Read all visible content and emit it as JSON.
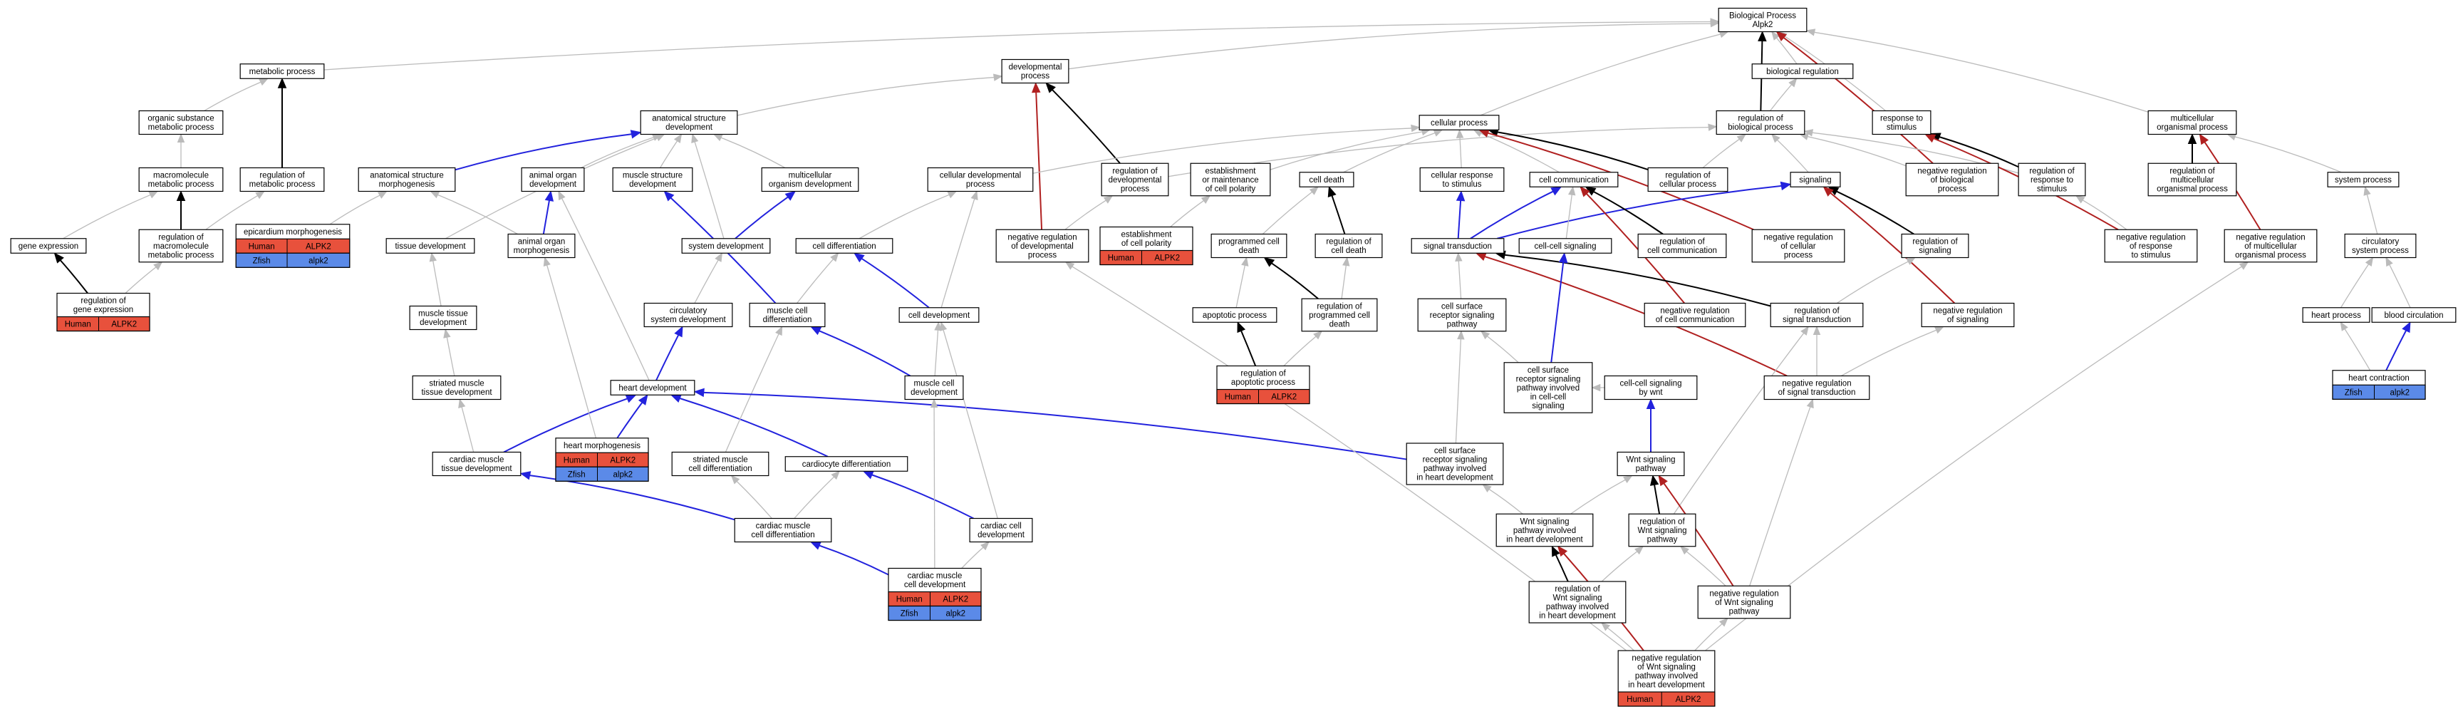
{
  "colors": {
    "positive": "#000000",
    "negative": "#b02020",
    "part_of": "#2222dd",
    "is_a": "#bbbbbb",
    "human": "#e8513c",
    "zfish": "#5b8ae8"
  },
  "nodes": [
    {
      "id": "bp",
      "lines": [
        "Biological Process",
        "Alpk2"
      ]
    },
    {
      "id": "metabolic",
      "lines": [
        "metabolic process"
      ]
    },
    {
      "id": "dev_process",
      "lines": [
        "developmental",
        "process"
      ]
    },
    {
      "id": "bio_reg",
      "lines": [
        "biological regulation"
      ]
    },
    {
      "id": "org_sub_met",
      "lines": [
        "organic substance",
        "metabolic process"
      ]
    },
    {
      "id": "anat_struct_dev",
      "lines": [
        "anatomical structure",
        "development"
      ]
    },
    {
      "id": "cell_process",
      "lines": [
        "cellular process"
      ]
    },
    {
      "id": "reg_bio_proc",
      "lines": [
        "regulation of",
        "biological process"
      ]
    },
    {
      "id": "resp_stim",
      "lines": [
        "response to",
        "stimulus"
      ]
    },
    {
      "id": "multicell_org",
      "lines": [
        "multicellular",
        "organismal process"
      ]
    },
    {
      "id": "macro_met",
      "lines": [
        "macromolecule",
        "metabolic process"
      ]
    },
    {
      "id": "reg_met",
      "lines": [
        "regulation of",
        "metabolic process"
      ]
    },
    {
      "id": "anat_morph",
      "lines": [
        "anatomical structure",
        "morphogenesis"
      ]
    },
    {
      "id": "animal_organ_dev",
      "lines": [
        "animal organ",
        "development"
      ]
    },
    {
      "id": "muscle_struct_dev",
      "lines": [
        "muscle structure",
        "development"
      ]
    },
    {
      "id": "multicell_org_dev",
      "lines": [
        "multicellular",
        "organism development"
      ]
    },
    {
      "id": "cell_dev_proc",
      "lines": [
        "cellular developmental",
        "process"
      ]
    },
    {
      "id": "reg_dev_proc",
      "lines": [
        "regulation of",
        "developmental",
        "process"
      ]
    },
    {
      "id": "est_polarity",
      "lines": [
        "establishment",
        "or maintenance",
        "of cell polarity"
      ]
    },
    {
      "id": "cell_death",
      "lines": [
        "cell death"
      ]
    },
    {
      "id": "cell_resp_stim",
      "lines": [
        "cellular response",
        "to stimulus"
      ]
    },
    {
      "id": "cell_comm",
      "lines": [
        "cell communication"
      ]
    },
    {
      "id": "reg_cell_proc",
      "lines": [
        "regulation of",
        "cellular process"
      ]
    },
    {
      "id": "signaling",
      "lines": [
        "signaling"
      ]
    },
    {
      "id": "neg_reg_bio",
      "lines": [
        "negative regulation",
        "of biological",
        "process"
      ]
    },
    {
      "id": "reg_resp_stim",
      "lines": [
        "regulation of",
        "response to",
        "stimulus"
      ]
    },
    {
      "id": "reg_multicell",
      "lines": [
        "regulation of",
        "multicellular",
        "organismal process"
      ]
    },
    {
      "id": "system_process",
      "lines": [
        "system process"
      ]
    },
    {
      "id": "gene_expr",
      "lines": [
        "gene expression"
      ]
    },
    {
      "id": "reg_macro_met",
      "lines": [
        "regulation of",
        "macromolecule",
        "metabolic process"
      ]
    },
    {
      "id": "epicardium_morph",
      "lines": [
        "epicardium morphogenesis"
      ],
      "genes": [
        [
          "Human",
          "ALPK2"
        ],
        [
          "Zfish",
          "alpk2"
        ]
      ]
    },
    {
      "id": "animal_organ_morph",
      "lines": [
        "animal organ",
        "morphogenesis"
      ]
    },
    {
      "id": "tissue_dev",
      "lines": [
        "tissue development"
      ]
    },
    {
      "id": "system_dev",
      "lines": [
        "system development"
      ]
    },
    {
      "id": "cell_diff",
      "lines": [
        "cell differentiation"
      ]
    },
    {
      "id": "neg_reg_dev",
      "lines": [
        "negative regulation",
        "of developmental",
        "process"
      ]
    },
    {
      "id": "est_cell_pol",
      "lines": [
        "establishment",
        "of cell polarity"
      ],
      "genes": [
        [
          "Human",
          "ALPK2"
        ]
      ]
    },
    {
      "id": "prog_cell_death",
      "lines": [
        "programmed cell",
        "death"
      ]
    },
    {
      "id": "reg_cell_death",
      "lines": [
        "regulation of",
        "cell death"
      ]
    },
    {
      "id": "signal_trans",
      "lines": [
        "signal transduction"
      ]
    },
    {
      "id": "cell_cell_sig",
      "lines": [
        "cell-cell signaling"
      ]
    },
    {
      "id": "reg_cell_comm",
      "lines": [
        "regulation of",
        "cell communication"
      ]
    },
    {
      "id": "neg_reg_cell_proc",
      "lines": [
        "negative regulation",
        "of cellular",
        "process"
      ]
    },
    {
      "id": "reg_signaling",
      "lines": [
        "regulation of",
        "signaling"
      ]
    },
    {
      "id": "neg_reg_resp",
      "lines": [
        "negative regulation",
        "of response",
        "to stimulus"
      ]
    },
    {
      "id": "neg_reg_multicell",
      "lines": [
        "negative regulation",
        "of multicellular",
        "organismal process"
      ]
    },
    {
      "id": "circ_sys_proc",
      "lines": [
        "circulatory",
        "system process"
      ]
    },
    {
      "id": "reg_gene_expr",
      "lines": [
        "regulation of",
        "gene expression"
      ],
      "genes": [
        [
          "Human",
          "ALPK2"
        ]
      ]
    },
    {
      "id": "muscle_tissue_dev",
      "lines": [
        "muscle tissue",
        "development"
      ]
    },
    {
      "id": "circ_sys_dev",
      "lines": [
        "circulatory",
        "system development"
      ]
    },
    {
      "id": "muscle_cell_diff",
      "lines": [
        "muscle cell",
        "differentiation"
      ]
    },
    {
      "id": "cell_dev",
      "lines": [
        "cell development"
      ]
    },
    {
      "id": "apop",
      "lines": [
        "apoptotic process"
      ]
    },
    {
      "id": "reg_prog_death",
      "lines": [
        "regulation of",
        "programmed cell",
        "death"
      ]
    },
    {
      "id": "csr_sig",
      "lines": [
        "cell surface",
        "receptor signaling",
        "pathway"
      ]
    },
    {
      "id": "neg_reg_cell_comm",
      "lines": [
        "negative regulation",
        "of cell communication"
      ]
    },
    {
      "id": "reg_sig_trans",
      "lines": [
        "regulation of",
        "signal transduction"
      ]
    },
    {
      "id": "neg_reg_sig",
      "lines": [
        "negative regulation",
        "of signaling"
      ]
    },
    {
      "id": "heart_process",
      "lines": [
        "heart process"
      ]
    },
    {
      "id": "blood_circ",
      "lines": [
        "blood circulation"
      ]
    },
    {
      "id": "striated_muscle_tissue",
      "lines": [
        "striated muscle",
        "tissue development"
      ]
    },
    {
      "id": "heart_dev",
      "lines": [
        "heart development"
      ]
    },
    {
      "id": "muscle_cell_dev",
      "lines": [
        "muscle cell",
        "development"
      ]
    },
    {
      "id": "reg_apop",
      "lines": [
        "regulation of",
        "apoptotic process"
      ],
      "genes": [
        [
          "Human",
          "ALPK2"
        ]
      ]
    },
    {
      "id": "csr_cc",
      "lines": [
        "cell surface",
        "receptor signaling",
        "pathway involved",
        "in cell-cell",
        "signaling"
      ]
    },
    {
      "id": "wnt_ccs",
      "lines": [
        "cell-cell signaling",
        "by wnt"
      ]
    },
    {
      "id": "neg_reg_sig_trans",
      "lines": [
        "negative regulation",
        "of signal transduction"
      ]
    },
    {
      "id": "heart_contraction",
      "lines": [
        "heart contraction"
      ],
      "genes": [
        [
          "Zfish",
          "alpk2"
        ]
      ]
    },
    {
      "id": "cardiac_muscle_tissue",
      "lines": [
        "cardiac muscle",
        "tissue development"
      ]
    },
    {
      "id": "heart_morph",
      "lines": [
        "heart morphogenesis"
      ],
      "genes": [
        [
          "Human",
          "ALPK2"
        ],
        [
          "Zfish",
          "alpk2"
        ]
      ]
    },
    {
      "id": "striated_cell_diff",
      "lines": [
        "striated muscle",
        "cell differentiation"
      ]
    },
    {
      "id": "cardiocyte_diff",
      "lines": [
        "cardiocyte differentiation"
      ]
    },
    {
      "id": "csr_heart",
      "lines": [
        "cell surface",
        "receptor signaling",
        "pathway involved",
        "in heart development"
      ]
    },
    {
      "id": "wnt_path",
      "lines": [
        "Wnt signaling",
        "pathway"
      ]
    },
    {
      "id": "cardiac_muscle_cell_diff",
      "lines": [
        "cardiac muscle",
        "cell differentiation"
      ]
    },
    {
      "id": "cardiac_cell_dev",
      "lines": [
        "cardiac cell",
        "development"
      ]
    },
    {
      "id": "wnt_heart",
      "lines": [
        "Wnt signaling",
        "pathway involved",
        "in heart development"
      ]
    },
    {
      "id": "reg_wnt",
      "lines": [
        "regulation of",
        "Wnt signaling",
        "pathway"
      ]
    },
    {
      "id": "cardiac_muscle_cell_dev",
      "lines": [
        "cardiac muscle",
        "cell development"
      ],
      "genes": [
        [
          "Human",
          "ALPK2"
        ],
        [
          "Zfish",
          "alpk2"
        ]
      ]
    },
    {
      "id": "reg_wnt_heart",
      "lines": [
        "regulation of",
        "Wnt signaling",
        "pathway involved",
        "in heart development"
      ]
    },
    {
      "id": "neg_reg_wnt",
      "lines": [
        "negative regulation",
        "of Wnt signaling",
        "pathway"
      ]
    },
    {
      "id": "neg_reg_wnt_heart",
      "lines": [
        "negative regulation",
        "of Wnt signaling",
        "pathway involved",
        "in heart development"
      ],
      "genes": [
        [
          "Human",
          "ALPK2"
        ]
      ]
    }
  ],
  "edges": [
    [
      "metabolic",
      "bp",
      "is_a"
    ],
    [
      "dev_process",
      "bp",
      "is_a"
    ],
    [
      "bio_reg",
      "bp",
      "is_a"
    ],
    [
      "cell_process",
      "bp",
      "is_a"
    ],
    [
      "reg_bio_proc",
      "bp",
      "positive"
    ],
    [
      "resp_stim",
      "bp",
      "is_a"
    ],
    [
      "multicell_org",
      "bp",
      "is_a"
    ],
    [
      "neg_reg_bio",
      "bp",
      "negative"
    ],
    [
      "reg_bio_proc",
      "bio_reg",
      "is_a"
    ],
    [
      "org_sub_met",
      "metabolic",
      "is_a"
    ],
    [
      "anat_struct_dev",
      "dev_process",
      "is_a"
    ],
    [
      "reg_dev_proc",
      "dev_process",
      "positive"
    ],
    [
      "neg_reg_dev",
      "dev_process",
      "negative"
    ],
    [
      "macro_met",
      "org_sub_met",
      "is_a"
    ],
    [
      "reg_met",
      "metabolic",
      "positive"
    ],
    [
      "anat_morph",
      "anat_struct_dev",
      "part_of"
    ],
    [
      "animal_organ_dev",
      "anat_struct_dev",
      "is_a"
    ],
    [
      "muscle_struct_dev",
      "anat_struct_dev",
      "is_a"
    ],
    [
      "multicell_org_dev",
      "anat_struct_dev",
      "is_a"
    ],
    [
      "cell_dev_proc",
      "cell_process",
      "is_a"
    ],
    [
      "reg_dev_proc",
      "reg_bio_proc",
      "is_a"
    ],
    [
      "est_polarity",
      "cell_process",
      "is_a"
    ],
    [
      "cell_death",
      "cell_process",
      "is_a"
    ],
    [
      "cell_resp_stim",
      "cell_process",
      "is_a"
    ],
    [
      "cell_comm",
      "cell_process",
      "is_a"
    ],
    [
      "reg_cell_proc",
      "cell_process",
      "positive"
    ],
    [
      "reg_cell_proc",
      "reg_bio_proc",
      "is_a"
    ],
    [
      "signaling",
      "reg_bio_proc",
      "is_a"
    ],
    [
      "neg_reg_cell_proc",
      "cell_process",
      "negative"
    ],
    [
      "neg_reg_bio",
      "reg_bio_proc",
      "is_a"
    ],
    [
      "reg_resp_stim",
      "resp_stim",
      "positive"
    ],
    [
      "reg_resp_stim",
      "reg_bio_proc",
      "is_a"
    ],
    [
      "reg_multicell",
      "multicell_org",
      "positive"
    ],
    [
      "neg_reg_multicell",
      "multicell_org",
      "negative"
    ],
    [
      "system_process",
      "multicell_org",
      "is_a"
    ],
    [
      "gene_expr",
      "macro_met",
      "is_a"
    ],
    [
      "reg_macro_met",
      "reg_met",
      "is_a"
    ],
    [
      "reg_macro_met",
      "macro_met",
      "positive"
    ],
    [
      "reg_gene_expr",
      "gene_expr",
      "positive"
    ],
    [
      "reg_gene_expr",
      "reg_macro_met",
      "is_a"
    ],
    [
      "epicardium_morph",
      "anat_morph",
      "is_a"
    ],
    [
      "animal_organ_morph",
      "animal_organ_dev",
      "part_of"
    ],
    [
      "animal_organ_morph",
      "anat_morph",
      "is_a"
    ],
    [
      "tissue_dev",
      "anat_struct_dev",
      "is_a"
    ],
    [
      "system_dev",
      "multicell_org_dev",
      "part_of"
    ],
    [
      "system_dev",
      "anat_struct_dev",
      "is_a"
    ],
    [
      "cell_diff",
      "cell_dev_proc",
      "is_a"
    ],
    [
      "neg_reg_dev",
      "reg_dev_proc",
      "is_a"
    ],
    [
      "est_cell_pol",
      "est_polarity",
      "is_a"
    ],
    [
      "prog_cell_death",
      "cell_death",
      "is_a"
    ],
    [
      "reg_cell_death",
      "cell_death",
      "positive"
    ],
    [
      "signal_trans",
      "cell_resp_stim",
      "part_of"
    ],
    [
      "signal_trans",
      "cell_comm",
      "part_of"
    ],
    [
      "signal_trans",
      "signaling",
      "part_of"
    ],
    [
      "cell_cell_sig",
      "cell_comm",
      "is_a"
    ],
    [
      "reg_cell_comm",
      "cell_comm",
      "positive"
    ],
    [
      "neg_reg_cell_comm",
      "cell_comm",
      "negative"
    ],
    [
      "reg_signaling",
      "signaling",
      "positive"
    ],
    [
      "neg_reg_sig",
      "signaling",
      "negative"
    ],
    [
      "neg_reg_resp",
      "reg_resp_stim",
      "is_a"
    ],
    [
      "neg_reg_resp",
      "resp_stim",
      "negative"
    ],
    [
      "circ_sys_proc",
      "system_process",
      "is_a"
    ],
    [
      "muscle_tissue_dev",
      "tissue_dev",
      "is_a"
    ],
    [
      "circ_sys_dev",
      "system_dev",
      "is_a"
    ],
    [
      "muscle_cell_diff",
      "muscle_struct_dev",
      "part_of"
    ],
    [
      "muscle_cell_diff",
      "cell_diff",
      "is_a"
    ],
    [
      "cell_dev",
      "cell_diff",
      "part_of"
    ],
    [
      "cell_dev",
      "cell_dev_proc",
      "is_a"
    ],
    [
      "apop",
      "prog_cell_death",
      "is_a"
    ],
    [
      "reg_prog_death",
      "prog_cell_death",
      "positive"
    ],
    [
      "reg_prog_death",
      "reg_cell_death",
      "is_a"
    ],
    [
      "reg_apop",
      "apop",
      "positive"
    ],
    [
      "reg_apop",
      "reg_prog_death",
      "is_a"
    ],
    [
      "csr_sig",
      "signal_trans",
      "is_a"
    ],
    [
      "reg_sig_trans",
      "signal_trans",
      "positive"
    ],
    [
      "reg_sig_trans",
      "reg_signaling",
      "is_a"
    ],
    [
      "neg_reg_sig_trans",
      "signal_trans",
      "negative"
    ],
    [
      "neg_reg_sig_trans",
      "reg_sig_trans",
      "is_a"
    ],
    [
      "neg_reg_sig_trans",
      "neg_reg_sig",
      "is_a"
    ],
    [
      "heart_process",
      "circ_sys_proc",
      "is_a"
    ],
    [
      "blood_circ",
      "circ_sys_proc",
      "is_a"
    ],
    [
      "heart_contraction",
      "blood_circ",
      "part_of"
    ],
    [
      "heart_contraction",
      "heart_process",
      "is_a"
    ],
    [
      "striated_muscle_tissue",
      "muscle_tissue_dev",
      "is_a"
    ],
    [
      "heart_dev",
      "circ_sys_dev",
      "part_of"
    ],
    [
      "heart_dev",
      "animal_organ_dev",
      "is_a"
    ],
    [
      "muscle_cell_dev",
      "muscle_cell_diff",
      "part_of"
    ],
    [
      "muscle_cell_dev",
      "cell_dev",
      "is_a"
    ],
    [
      "csr_cc",
      "cell_cell_sig",
      "part_of"
    ],
    [
      "csr_cc",
      "csr_sig",
      "is_a"
    ],
    [
      "wnt_ccs",
      "csr_cc",
      "is_a"
    ],
    [
      "wnt_path",
      "wnt_ccs",
      "part_of"
    ],
    [
      "cardiac_muscle_tissue",
      "heart_dev",
      "part_of"
    ],
    [
      "cardiac_muscle_tissue",
      "striated_muscle_tissue",
      "is_a"
    ],
    [
      "heart_morph",
      "heart_dev",
      "part_of"
    ],
    [
      "heart_morph",
      "animal_organ_morph",
      "is_a"
    ],
    [
      "cardiocyte_diff",
      "heart_dev",
      "part_of"
    ],
    [
      "striated_cell_diff",
      "muscle_cell_diff",
      "is_a"
    ],
    [
      "csr_heart",
      "heart_dev",
      "part_of"
    ],
    [
      "csr_heart",
      "csr_sig",
      "is_a"
    ],
    [
      "cardiac_muscle_cell_diff",
      "cardiac_muscle_tissue",
      "part_of"
    ],
    [
      "cardiac_muscle_cell_diff",
      "striated_cell_diff",
      "is_a"
    ],
    [
      "cardiac_muscle_cell_diff",
      "cardiocyte_diff",
      "is_a"
    ],
    [
      "cardiac_cell_dev",
      "cardiocyte_diff",
      "part_of"
    ],
    [
      "cardiac_cell_dev",
      "cell_dev",
      "is_a"
    ],
    [
      "wnt_heart",
      "wnt_path",
      "is_a"
    ],
    [
      "wnt_heart",
      "csr_heart",
      "is_a"
    ],
    [
      "reg_wnt",
      "wnt_path",
      "positive"
    ],
    [
      "reg_wnt",
      "reg_sig_trans",
      "is_a"
    ],
    [
      "cardiac_muscle_cell_dev",
      "cardiac_muscle_cell_diff",
      "part_of"
    ],
    [
      "cardiac_muscle_cell_dev",
      "cardiac_cell_dev",
      "is_a"
    ],
    [
      "cardiac_muscle_cell_dev",
      "muscle_cell_dev",
      "is_a"
    ],
    [
      "reg_wnt_heart",
      "wnt_heart",
      "positive"
    ],
    [
      "reg_wnt_heart",
      "reg_wnt",
      "is_a"
    ],
    [
      "neg_reg_wnt",
      "wnt_path",
      "negative"
    ],
    [
      "neg_reg_wnt",
      "reg_wnt",
      "is_a"
    ],
    [
      "neg_reg_wnt",
      "neg_reg_sig_trans",
      "is_a"
    ],
    [
      "neg_reg_wnt_heart",
      "wnt_heart",
      "negative"
    ],
    [
      "neg_reg_wnt_heart",
      "reg_wnt_heart",
      "is_a"
    ],
    [
      "neg_reg_wnt_heart",
      "neg_reg_wnt",
      "is_a"
    ],
    [
      "neg_reg_wnt_heart",
      "neg_reg_dev",
      "is_a"
    ],
    [
      "neg_reg_wnt_heart",
      "neg_reg_multicell",
      "is_a"
    ]
  ]
}
